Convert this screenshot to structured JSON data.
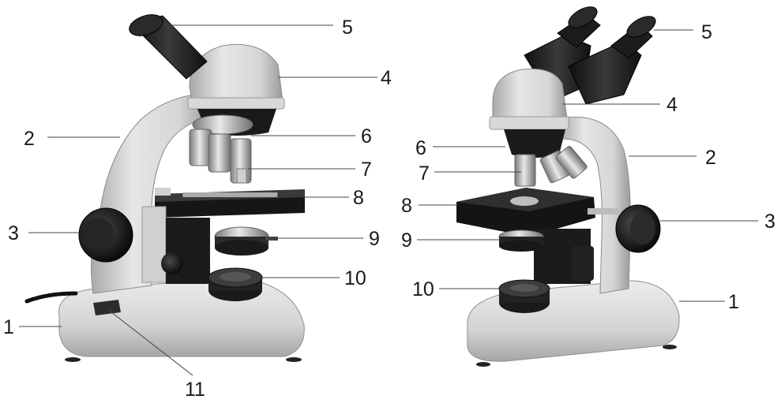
{
  "labels": {
    "l1": "1",
    "l2": "2",
    "l3": "3",
    "l4": "4",
    "l5": "5",
    "l6": "6",
    "l7": "7",
    "l8": "8",
    "l9": "9",
    "l10": "10",
    "l11": "11"
  },
  "colors": {
    "body": "#dcdcdc",
    "body_shade": "#b9b9b9",
    "dark": "#1f1f1f",
    "metal": "#a8a8a8",
    "line": "#444444",
    "text": "#1a1a1a"
  }
}
